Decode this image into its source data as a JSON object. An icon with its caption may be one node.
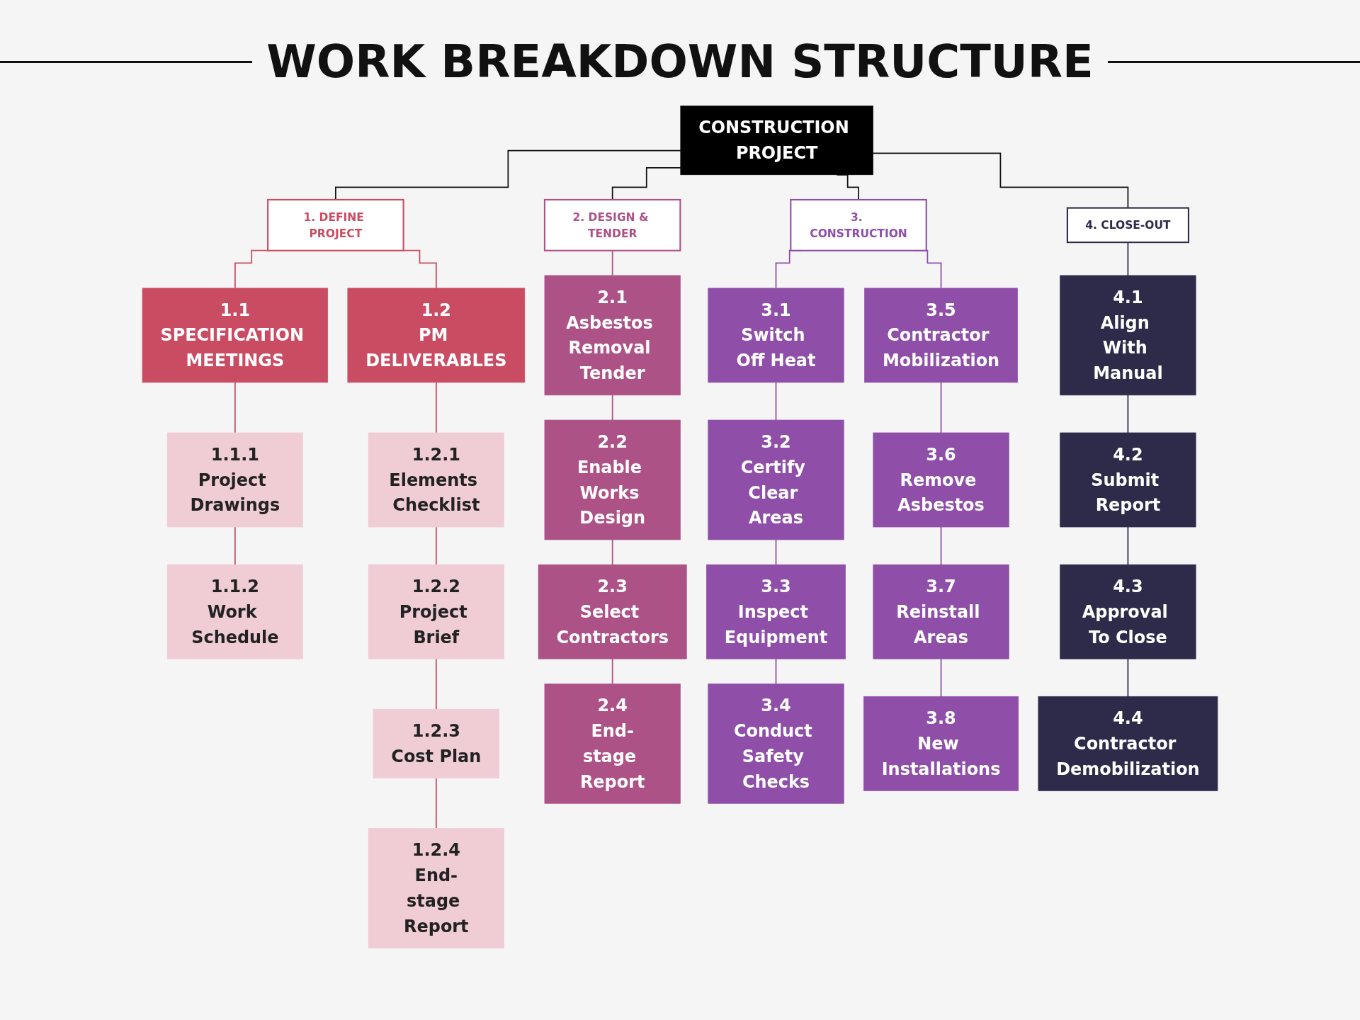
{
  "diagram": {
    "title": "WORK BREAKDOWN STRUCTURE",
    "nodes": [
      {
        "text": [
          "CONSTRUCTION PROJECT"
        ]
      },
      {
        "text": [
          "1. DEFINE PROJECT"
        ]
      },
      {
        "text": [
          "2. DESIGN & TENDER"
        ]
      },
      {
        "text": [
          "3. CONSTRUCTION"
        ]
      },
      {
        "text": [
          "4. CLOSE-OUT"
        ]
      },
      {
        "text": [
          "1.1",
          "SPECIFICATION MEETINGS"
        ]
      },
      {
        "text": [
          "1.1.1",
          "Project Drawings"
        ]
      },
      {
        "text": [
          "1.1.2",
          "Work Schedule"
        ]
      },
      {
        "text": [
          "1.2",
          "PM DELIVERABLES"
        ]
      },
      {
        "text": [
          "1.2.1",
          "Elements Checklist"
        ]
      },
      {
        "text": [
          "1.2.2",
          "Project Brief"
        ]
      },
      {
        "text": [
          "1.2.3",
          "Cost Plan"
        ]
      },
      {
        "text": [
          "1.2.4",
          "End-stage Report"
        ]
      },
      {
        "text": [
          "2.1",
          "Asbestos Removal Tender"
        ]
      },
      {
        "text": [
          "2.2",
          "Enable Works Design"
        ]
      },
      {
        "text": [
          "2.3",
          "Select Contractors"
        ]
      },
      {
        "text": [
          "2.4",
          "End-stage Report"
        ]
      },
      {
        "text": [
          "3.1",
          "Switch Off Heat"
        ]
      },
      {
        "text": [
          "3.2",
          "Certify Clear Areas"
        ]
      },
      {
        "text": [
          "3.3",
          "Inspect Equipment"
        ]
      },
      {
        "text": [
          "3.4",
          "Conduct Safety Checks"
        ]
      },
      {
        "text": [
          "3.5",
          "Contractor Mobilization"
        ]
      },
      {
        "text": [
          "3.6",
          "Remove Asbestos"
        ]
      },
      {
        "text": [
          "3.7",
          "Reinstall Areas"
        ]
      },
      {
        "text": [
          "3.8",
          "New Installations"
        ]
      },
      {
        "text": [
          "4.1",
          "Align With Manual"
        ]
      },
      {
        "text": [
          "4.2",
          "Submit Report"
        ]
      },
      {
        "text": [
          "4.3",
          "Approval To Close"
        ]
      },
      {
        "text": [
          "4.4",
          "Contractor Demobilization"
        ]
      }
    ],
    "edges": [
      {
        "from": 0,
        "to": 1,
        "arrow": "none",
        "color": "#111111"
      },
      {
        "from": 0,
        "to": 2,
        "arrow": "none",
        "color": "#111111"
      },
      {
        "from": 0,
        "to": 3,
        "arrow": "none",
        "color": "#111111"
      },
      {
        "from": 0,
        "to": 4,
        "arrow": "none",
        "color": "#111111"
      },
      {
        "from": 1,
        "to": 5,
        "arrow": "none",
        "color": "#c94c63"
      },
      {
        "from": 5,
        "to": 6,
        "arrow": "none",
        "color": "#c94c63"
      },
      {
        "from": 6,
        "to": 7,
        "arrow": "none",
        "color": "#c94c63"
      },
      {
        "from": 1,
        "to": 8,
        "arrow": "none",
        "color": "#c94c63"
      },
      {
        "from": 8,
        "to": 9,
        "arrow": "none",
        "color": "#c94c63"
      },
      {
        "from": 9,
        "to": 10,
        "arrow": "none",
        "color": "#c94c63"
      },
      {
        "from": 10,
        "to": 11,
        "arrow": "none",
        "color": "#c94c63"
      },
      {
        "from": 11,
        "to": 12,
        "arrow": "none",
        "color": "#c94c63"
      },
      {
        "from": 2,
        "to": 13,
        "arrow": "none",
        "color": "#ad5287"
      },
      {
        "from": 13,
        "to": 14,
        "arrow": "none",
        "color": "#ad5287"
      },
      {
        "from": 14,
        "to": 15,
        "arrow": "none",
        "color": "#ad5287"
      },
      {
        "from": 15,
        "to": 16,
        "arrow": "none",
        "color": "#ad5287"
      },
      {
        "from": 3,
        "to": 17,
        "arrow": "none",
        "color": "#8f4ea8"
      },
      {
        "from": 17,
        "to": 18,
        "arrow": "none",
        "color": "#8f4ea8"
      },
      {
        "from": 18,
        "to": 19,
        "arrow": "none",
        "color": "#8f4ea8"
      },
      {
        "from": 19,
        "to": 20,
        "arrow": "none",
        "color": "#8f4ea8"
      },
      {
        "from": 3,
        "to": 21,
        "arrow": "none",
        "color": "#8f4ea8"
      },
      {
        "from": 21,
        "to": 22,
        "arrow": "none",
        "color": "#8f4ea8"
      },
      {
        "from": 22,
        "to": 23,
        "arrow": "none",
        "color": "#8f4ea8"
      },
      {
        "from": 23,
        "to": 24,
        "arrow": "none",
        "color": "#8f4ea8"
      },
      {
        "from": 4,
        "to": 25,
        "arrow": "none",
        "color": "#2d2a4a"
      },
      {
        "from": 25,
        "to": 26,
        "arrow": "none",
        "color": "#2d2a4a"
      },
      {
        "from": 26,
        "to": 27,
        "arrow": "none",
        "color": "#2d2a4a"
      },
      {
        "from": 27,
        "to": 28,
        "arrow": "none",
        "color": "#2d2a4a"
      }
    ]
  }
}
